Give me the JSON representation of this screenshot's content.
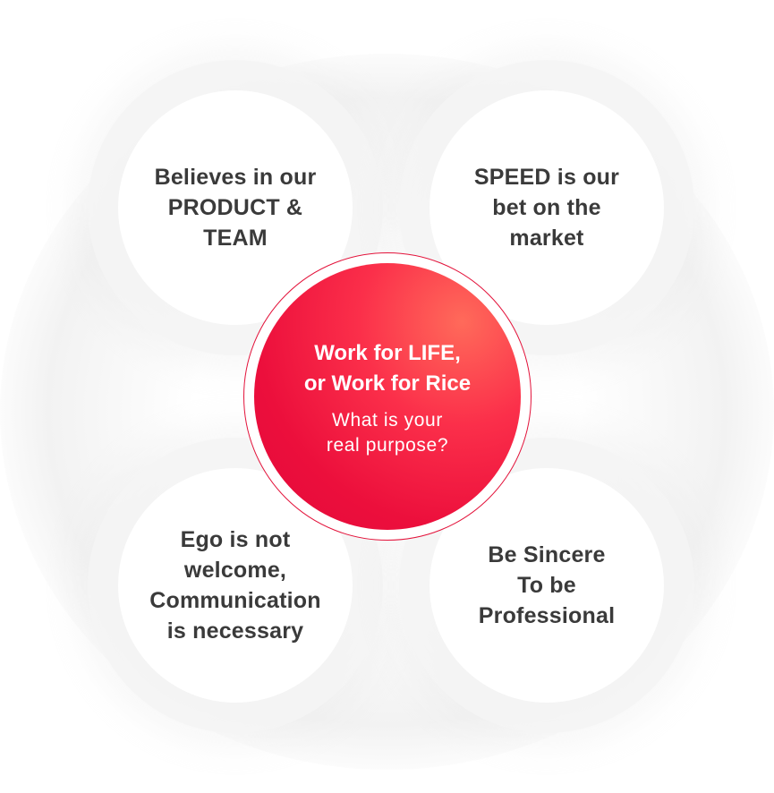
{
  "center": {
    "title": "Work for LIFE,\nor Work for Rice",
    "subtitle": "What is your\nreal purpose?"
  },
  "values": [
    {
      "text": "Believes in our\nPRODUCT &\nTEAM"
    },
    {
      "text": "SPEED is our\nbet on the\nmarket"
    },
    {
      "text": "Ego is not\nwelcome,\nCommunication\nis necessary"
    },
    {
      "text": "Be Sincere\nTo be\nProfessional"
    }
  ],
  "colors": {
    "accent": "#ec0f3c",
    "text": "#3a3a3a",
    "background": "#ffffff"
  }
}
